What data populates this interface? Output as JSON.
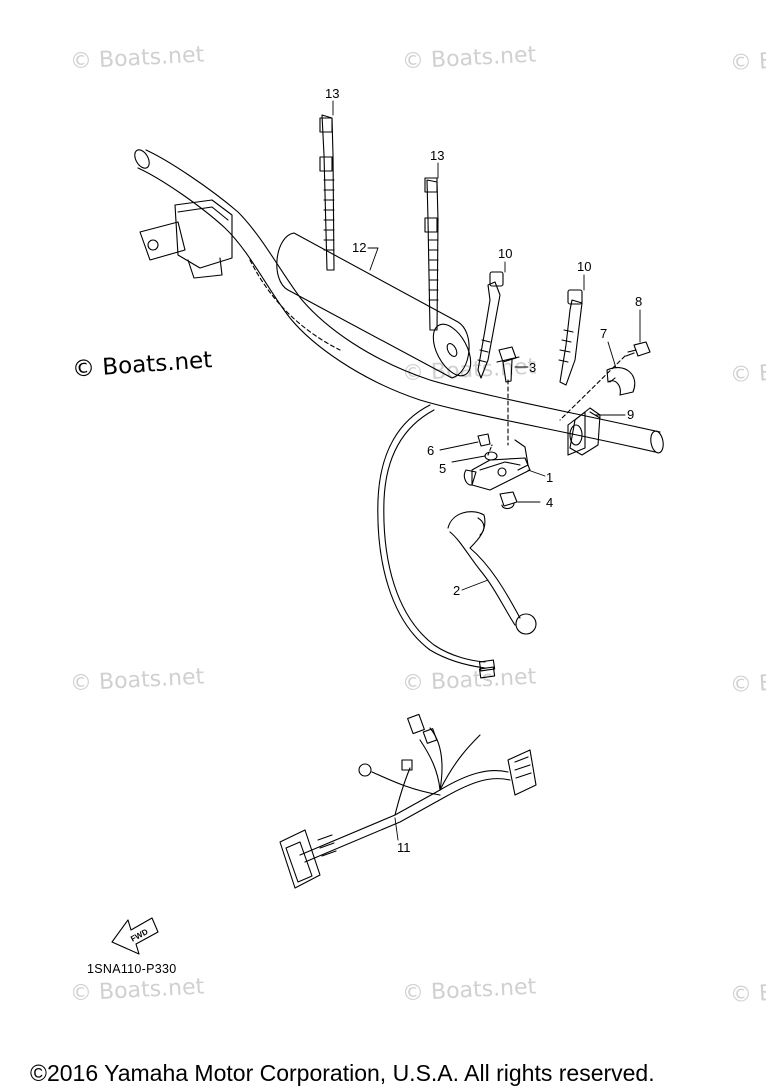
{
  "watermark": "© Boats.net",
  "watermark_edge": "© B",
  "callouts": {
    "n1": "1",
    "n2": "2",
    "n3": "3",
    "n4": "4",
    "n5": "5",
    "n6": "6",
    "n7": "7",
    "n8": "8",
    "n9": "9",
    "n10a": "10",
    "n10b": "10",
    "n11": "11",
    "n12": "12",
    "n13a": "13",
    "n13b": "13"
  },
  "fwd_label": "FWD",
  "diagram_code": "1SNA110-P330",
  "copyright": "©2016 Yamaha Motor Corporation, U.S.A. All rights reserved."
}
